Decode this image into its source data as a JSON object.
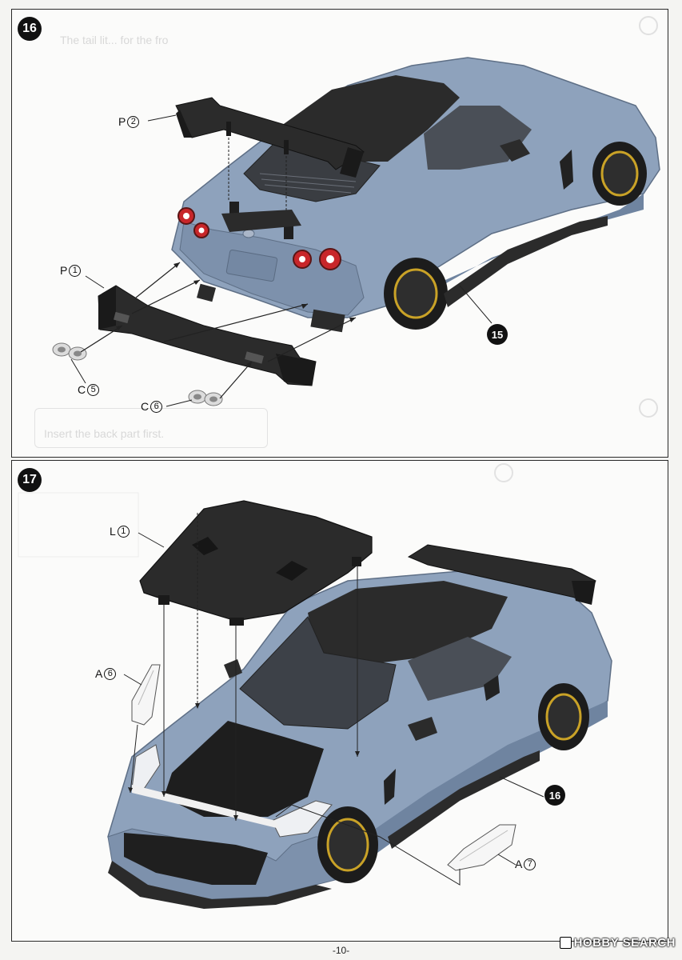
{
  "steps": [
    {
      "number": "16",
      "parts": {
        "p2": {
          "letter": "P",
          "num": "2"
        },
        "p1": {
          "letter": "P",
          "num": "1"
        },
        "c5": {
          "letter": "C",
          "num": "5"
        },
        "c6": {
          "letter": "C",
          "num": "6"
        }
      },
      "ref": "15",
      "ghost_texts": [
        "The tail lit... for the fro",
        "Insert the back part first."
      ]
    },
    {
      "number": "17",
      "parts": {
        "l1": {
          "letter": "L",
          "num": "1"
        },
        "a6": {
          "letter": "A",
          "num": "6"
        },
        "a7": {
          "letter": "A",
          "num": "7"
        }
      },
      "ref": "16"
    }
  ],
  "page_number": "-10-",
  "watermark": "HOBBY SEARCH",
  "colors": {
    "body": "#8ea2bc",
    "body_dark": "#6f84a0",
    "carbon": "#2b2b2b",
    "wheel_accent": "#c9a227",
    "tail_light": "#c8262a"
  }
}
